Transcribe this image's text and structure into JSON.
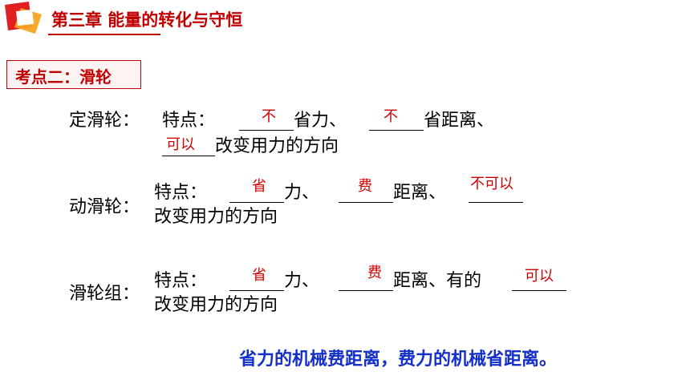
{
  "header": {
    "chapter_title": "第三章 能量的转化与守恒",
    "topic": "考点二：滑轮"
  },
  "fixed_pulley": {
    "label": "定滑轮：",
    "feature": "特点：",
    "text1": "省力、",
    "text2": "省距离、",
    "text3": "改变用力的方向",
    "answers": [
      "不",
      "不",
      "可以"
    ]
  },
  "movable_pulley": {
    "label": "动滑轮：",
    "feature": "特点：",
    "text1": "力、",
    "text2": "距离、",
    "text3": "改变用力的方向",
    "answers": [
      "省",
      "费",
      "不可以"
    ]
  },
  "pulley_block": {
    "label": "滑轮组：",
    "feature": "特点：",
    "text1": "力、",
    "text2": "距离、有的",
    "text3": "改变用力的方向",
    "answers": [
      "省",
      "费",
      "可以"
    ]
  },
  "summary": "省力的机械费距离，费力的机械省距离。",
  "colors": {
    "accent": "#c00000",
    "answer": "#d00000",
    "summary": "#1530c8"
  }
}
